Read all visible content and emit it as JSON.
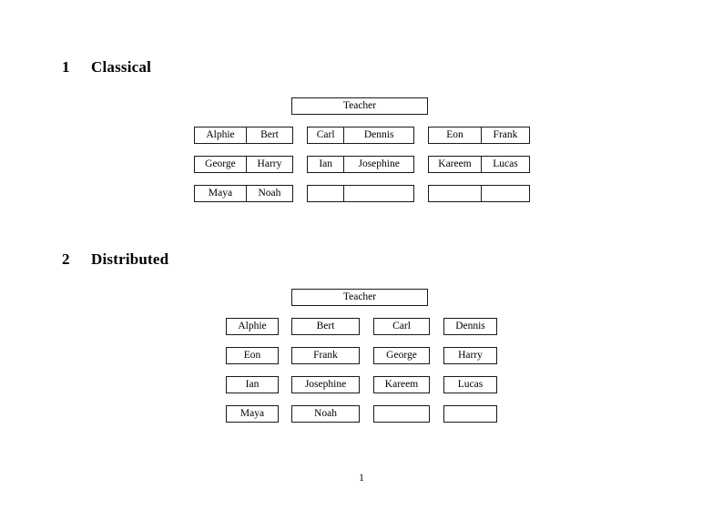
{
  "document": {
    "page_number": "1",
    "teacher_label": "Teacher"
  },
  "sections": [
    {
      "number": "1",
      "title": "Classical",
      "layout": "grouped-pairs",
      "teacher": "Teacher",
      "rows": [
        {
          "groups": [
            {
              "cells": [
                "Alphie",
                "Bert"
              ]
            },
            {
              "cells": [
                "Carl",
                "Dennis"
              ]
            },
            {
              "cells": [
                "Eon",
                "Frank"
              ]
            }
          ]
        },
        {
          "groups": [
            {
              "cells": [
                "George",
                "Harry"
              ]
            },
            {
              "cells": [
                "Ian",
                "Josephine"
              ]
            },
            {
              "cells": [
                "Kareem",
                "Lucas"
              ]
            }
          ]
        },
        {
          "groups": [
            {
              "cells": [
                "Maya",
                "Noah"
              ]
            },
            {
              "cells": [
                "",
                ""
              ]
            },
            {
              "cells": [
                "",
                ""
              ]
            }
          ]
        }
      ]
    },
    {
      "number": "2",
      "title": "Distributed",
      "layout": "separate-boxes",
      "teacher": "Teacher",
      "rows": [
        {
          "cells": [
            "Alphie",
            "Bert",
            "Carl",
            "Dennis"
          ]
        },
        {
          "cells": [
            "Eon",
            "Frank",
            "George",
            "Harry"
          ]
        },
        {
          "cells": [
            "Ian",
            "Josephine",
            "Kareem",
            "Lucas"
          ]
        },
        {
          "cells": [
            "Maya",
            "Noah",
            "",
            ""
          ]
        }
      ]
    }
  ]
}
